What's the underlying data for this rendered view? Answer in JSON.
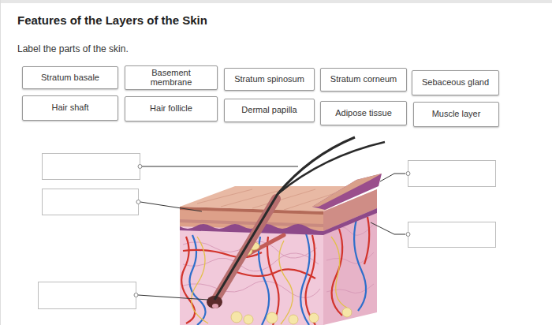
{
  "diagram": {
    "title": "Features of the Layers of the Skin",
    "nodes": [
      {
        "text": [
          "Stratum basale"
        ]
      },
      {
        "text": [
          "Basement membrane"
        ]
      },
      {
        "text": [
          "Stratum spinosum"
        ]
      },
      {
        "text": [
          "Stratum corneum"
        ]
      },
      {
        "text": [
          "Sebaceous gland"
        ]
      },
      {
        "text": [
          "Hair shaft"
        ]
      },
      {
        "text": [
          "Hair follicle"
        ]
      },
      {
        "text": [
          "Dermal papilla"
        ]
      },
      {
        "text": [
          "Adipose tissue"
        ]
      },
      {
        "text": [
          "Muscle layer"
        ]
      }
    ],
    "labels": [
      "Label the parts of the skin."
    ]
  }
}
